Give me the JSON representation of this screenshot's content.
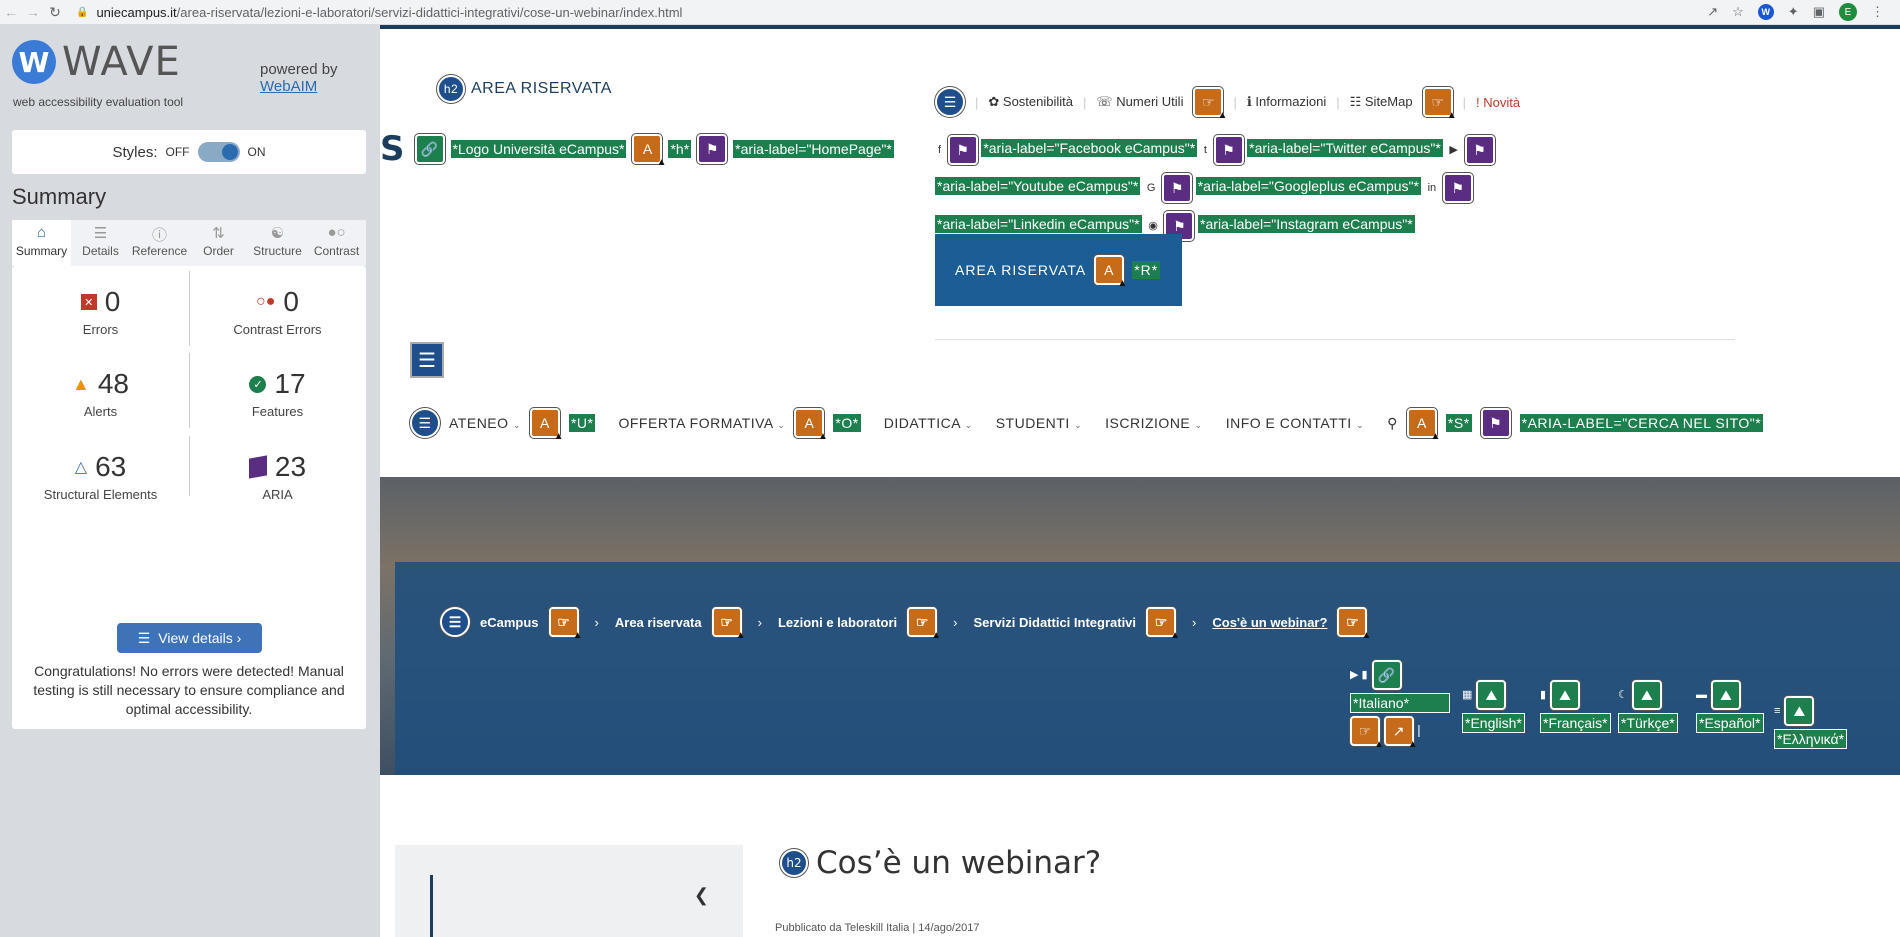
{
  "browser": {
    "url_host": "uniecampus.it",
    "url_path": "/area-riservata/lezioni-e-laboratori/servizi-didattici-integrativi/cose-un-webinar/index.html",
    "profile_initial": "E"
  },
  "wave": {
    "logo_letter": "W",
    "title": "WAVE",
    "subtitle": "web accessibility evaluation tool",
    "powered_by": "powered by",
    "webaim": "WebAIM",
    "styles_label": "Styles:",
    "off": "OFF",
    "on": "ON",
    "summary_heading": "Summary",
    "tabs": [
      "Summary",
      "Details",
      "Reference",
      "Order",
      "Structure",
      "Contrast"
    ],
    "stats": {
      "errors": {
        "value": "0",
        "label": "Errors"
      },
      "contrast": {
        "value": "0",
        "label": "Contrast Errors"
      },
      "alerts": {
        "value": "48",
        "label": "Alerts"
      },
      "features": {
        "value": "17",
        "label": "Features"
      },
      "structural": {
        "value": "63",
        "label": "Structural Elements"
      },
      "aria": {
        "value": "23",
        "label": "ARIA"
      }
    },
    "view_details": "View details ›",
    "congrats": "Congratulations! No errors were detected! Manual testing is still necessary to ensure compliance and optimal accessibility.",
    "colors": {
      "accent": "#3e73b8",
      "error": "#c0392b",
      "alert": "#e69500",
      "feature": "#1e7f4e",
      "aria": "#5a2d82"
    }
  },
  "site": {
    "logo": {
      "letter": "S",
      "alt": "*Logo Università eCampus*",
      "h": "*h*",
      "aria": "*aria-label=\"HomePage\"*"
    },
    "util": [
      "Sostenibilità",
      "Numeri Utili",
      "Informazioni",
      "SiteMap",
      "Novità"
    ],
    "social": {
      "facebook": "*aria-label=\"Facebook eCampus\"*",
      "twitter": "*aria-label=\"Twitter eCampus\"*",
      "youtube": "*aria-label=\"Youtube eCampus\"*",
      "google": "*aria-label=\"Googleplus eCampus\"*",
      "linkedin": "*aria-label=\"Linkedin eCampus\"*",
      "instagram": "*aria-label=\"Instagram eCampus\"*"
    },
    "area_riservata": "AREA RISERVATA",
    "area_key": "*R*",
    "nav": [
      "ATENEO",
      "OFFERTA FORMATIVA",
      "DIDATTICA",
      "STUDENTI",
      "ISCRIZIONE",
      "INFO E CONTATTI"
    ],
    "nav_keys": {
      "ateneo": "*U*",
      "offerta": "*O*",
      "search": "*S*"
    },
    "search_aria": "*ARIA-LABEL=\"CERCA NEL SITO\"*",
    "breadcrumb": [
      "eCampus",
      "Area riservata",
      "Lezioni e laboratori",
      "Servizi Didattici Integrativi",
      "Cos'è un webinar?"
    ],
    "languages": [
      "*Italiano*",
      "*English*",
      "*Français*",
      "*Türkçe*",
      "*Español*",
      "*Ελληνικά*"
    ],
    "sidebar_title": "AREA RISERVATA",
    "h2_badge": "h2",
    "page_title": "Cos’è un webinar?",
    "published": "Pubblicato da Teleskill Italia | 14/ago/2017"
  }
}
